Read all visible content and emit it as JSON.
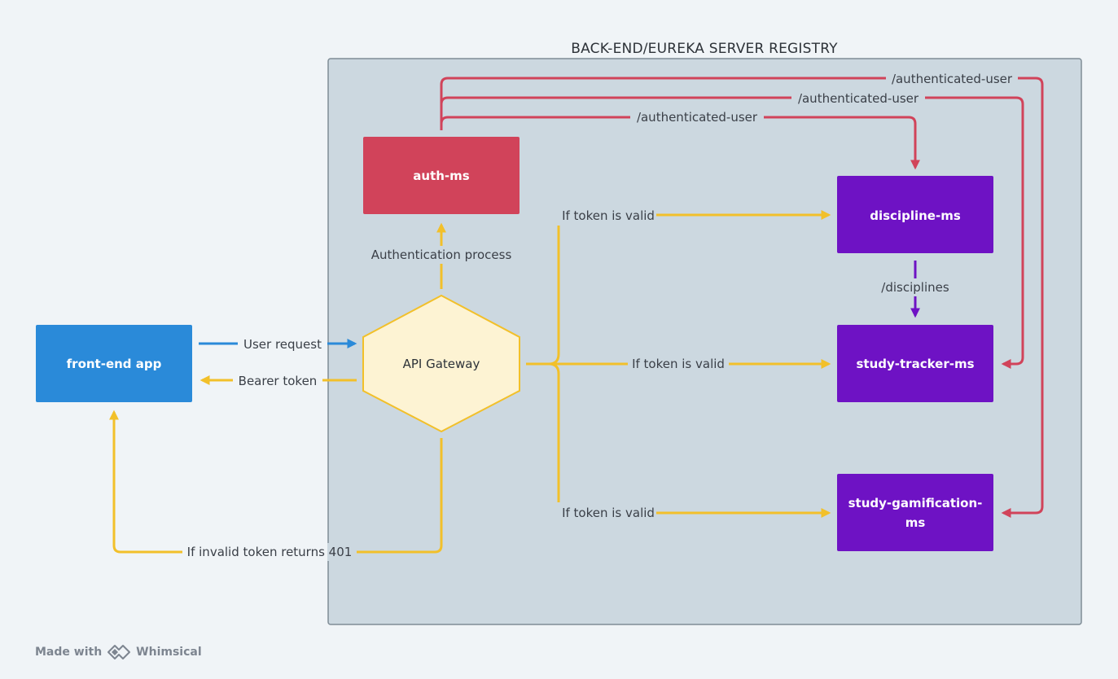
{
  "diagram": {
    "container_title": "BACK-END/EUREKA SERVER REGISTRY",
    "nodes": {
      "frontend": "front-end app",
      "gateway": "API Gateway",
      "auth": "auth-ms",
      "discipline": "discipline-ms",
      "study_tracker": "study-tracker-ms",
      "gamification_line1": "study-gamification-",
      "gamification_line2": "ms"
    },
    "edges": {
      "user_request": "User request",
      "bearer_token": "Bearer token",
      "invalid_token": "If invalid token returns 401",
      "authentication_process": "Authentication process",
      "valid_discipline": "If token is valid",
      "valid_tracker": "If token is valid",
      "valid_gamification": "If token is valid",
      "auth_to_discipline": "/authenticated-user",
      "auth_to_tracker": "/authenticated-user",
      "auth_to_gamification": "/authenticated-user",
      "disciplines": "/disciplines"
    },
    "colors": {
      "page_bg": "#f0f4f7",
      "container_bg": "#ccd8e0",
      "container_border": "#7f8c96",
      "frontend": "#2a8ad9",
      "auth": "#d1435a",
      "microservice": "#6e12c4",
      "gateway_fill": "#fdf3d3",
      "gateway_stroke": "#f2c02a",
      "yellow_edge": "#f2c02a",
      "blue_edge": "#2a8ad9",
      "red_edge": "#d1435a",
      "purple_edge": "#6e12c4"
    }
  },
  "footer": {
    "made_with": "Made with",
    "brand": "Whimsical",
    "logo_icon": "whimsical-logo-icon"
  }
}
